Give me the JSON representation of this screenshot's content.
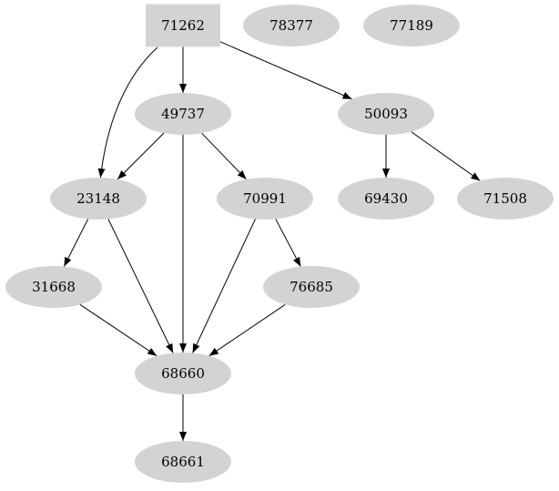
{
  "graph": {
    "node_fill": "#d3d3d3",
    "edge_color": "#000000",
    "nodes": [
      {
        "id": "71262",
        "label": "71262",
        "shape": "box"
      },
      {
        "id": "78377",
        "label": "78377",
        "shape": "ellipse"
      },
      {
        "id": "77189",
        "label": "77189",
        "shape": "ellipse"
      },
      {
        "id": "49737",
        "label": "49737",
        "shape": "ellipse"
      },
      {
        "id": "50093",
        "label": "50093",
        "shape": "ellipse"
      },
      {
        "id": "23148",
        "label": "23148",
        "shape": "ellipse"
      },
      {
        "id": "70991",
        "label": "70991",
        "shape": "ellipse"
      },
      {
        "id": "69430",
        "label": "69430",
        "shape": "ellipse"
      },
      {
        "id": "71508",
        "label": "71508",
        "shape": "ellipse"
      },
      {
        "id": "31668",
        "label": "31668",
        "shape": "ellipse"
      },
      {
        "id": "76685",
        "label": "76685",
        "shape": "ellipse"
      },
      {
        "id": "68660",
        "label": "68660",
        "shape": "ellipse"
      },
      {
        "id": "68661",
        "label": "68661",
        "shape": "ellipse"
      }
    ],
    "edges": [
      {
        "from": "71262",
        "to": "23148"
      },
      {
        "from": "71262",
        "to": "49737"
      },
      {
        "from": "71262",
        "to": "50093"
      },
      {
        "from": "49737",
        "to": "23148"
      },
      {
        "from": "49737",
        "to": "68660"
      },
      {
        "from": "49737",
        "to": "70991"
      },
      {
        "from": "50093",
        "to": "69430"
      },
      {
        "from": "50093",
        "to": "71508"
      },
      {
        "from": "23148",
        "to": "31668"
      },
      {
        "from": "23148",
        "to": "68660"
      },
      {
        "from": "70991",
        "to": "68660"
      },
      {
        "from": "70991",
        "to": "76685"
      },
      {
        "from": "31668",
        "to": "68660"
      },
      {
        "from": "76685",
        "to": "68660"
      },
      {
        "from": "68660",
        "to": "68661"
      }
    ]
  }
}
